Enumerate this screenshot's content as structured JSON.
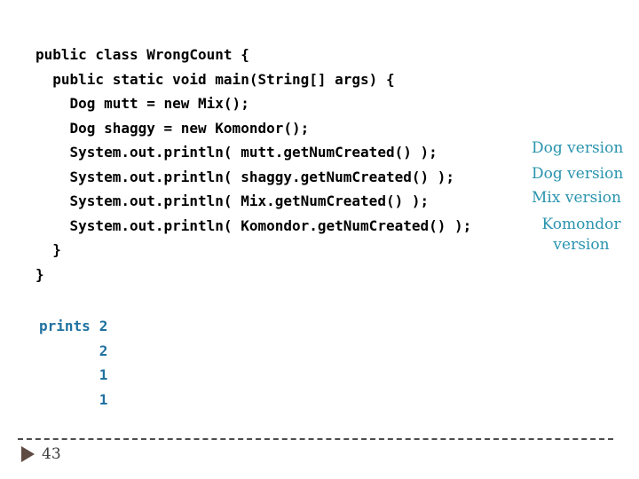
{
  "slide": {
    "background": "#FFFFFF"
  },
  "code": {
    "language": "java",
    "lines": [
      "public class WrongCount {",
      "  public static void main(String[] args) {",
      "    Dog mutt = new Mix();",
      "    Dog shaggy = new Komondor();",
      "    System.out.println( mutt.getNumCreated() );",
      "    System.out.println( shaggy.getNumCreated() );",
      "    System.out.println( Mix.getNumCreated() );",
      "    System.out.println( Komondor.getNumCreated() );",
      "  }",
      "}"
    ]
  },
  "annotations": [
    {
      "label": "Dog version"
    },
    {
      "label": "Dog version"
    },
    {
      "label": "Mix version"
    },
    {
      "label": "Komondor version"
    }
  ],
  "output": {
    "label": "prints",
    "values": [
      "2",
      "2",
      "1",
      "1"
    ]
  },
  "footer": {
    "slide_number": "43",
    "arrow_icon": "right-triangle"
  },
  "colors": {
    "background": "#FFFFFF",
    "code_text": "#000000",
    "annotation_teal": "#2A94AE",
    "output_blue": "#1F71A0",
    "footer_arrow_brown": "#5F4C44",
    "slide_number_gray": "#3C3C3C",
    "divider_gray": "#4D4D4D"
  }
}
